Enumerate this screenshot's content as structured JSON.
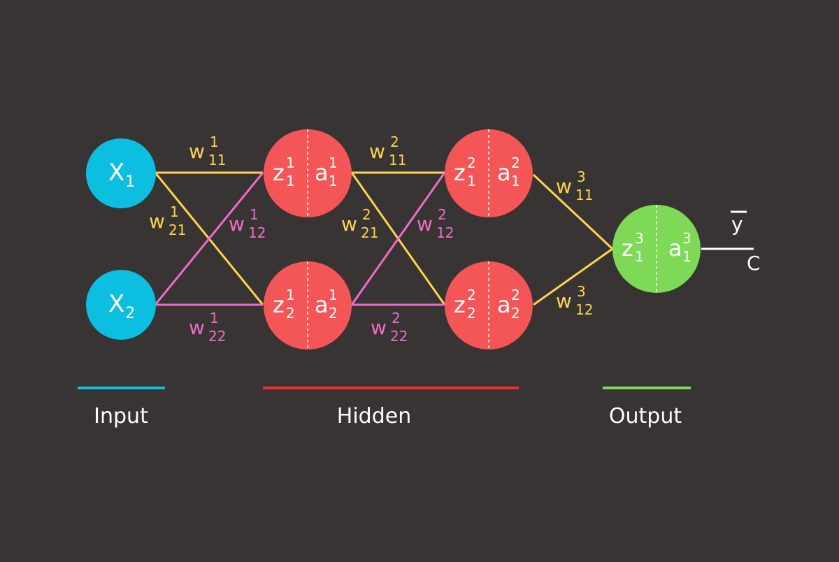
{
  "colors": {
    "background": "#373433",
    "input_node": "#0cbee0",
    "hidden_node": "#f45556",
    "output_node": "#7ed957",
    "edge_yellow": "#fdd44e",
    "edge_pink": "#f06bc9",
    "text_white": "#ffffff",
    "label_yellow": "#fdd44e",
    "label_pink": "#f06bc9"
  },
  "nodes": {
    "x1": {
      "base": "X",
      "sub": "1"
    },
    "x2": {
      "base": "X",
      "sub": "2"
    },
    "h11": {
      "left": {
        "base": "z",
        "sup": "1",
        "sub": "1"
      },
      "right": {
        "base": "a",
        "sup": "1",
        "sub": "1"
      }
    },
    "h12": {
      "left": {
        "base": "z",
        "sup": "1",
        "sub": "2"
      },
      "right": {
        "base": "a",
        "sup": "1",
        "sub": "2"
      }
    },
    "h21": {
      "left": {
        "base": "z",
        "sup": "2",
        "sub": "1"
      },
      "right": {
        "base": "a",
        "sup": "2",
        "sub": "1"
      }
    },
    "h22": {
      "left": {
        "base": "z",
        "sup": "2",
        "sub": "2"
      },
      "right": {
        "base": "a",
        "sup": "2",
        "sub": "2"
      }
    },
    "out": {
      "left": {
        "base": "z",
        "sup": "3",
        "sub": "1"
      },
      "right": {
        "base": "a",
        "sup": "3",
        "sub": "1"
      }
    }
  },
  "weights": {
    "w1_11": {
      "base": "w",
      "sup": "1",
      "sub": "11"
    },
    "w1_21": {
      "base": "w",
      "sup": "1",
      "sub": "21"
    },
    "w1_12": {
      "base": "w",
      "sup": "1",
      "sub": "12"
    },
    "w1_22": {
      "base": "w",
      "sup": "1",
      "sub": "22"
    },
    "w2_11": {
      "base": "w",
      "sup": "2",
      "sub": "11"
    },
    "w2_21": {
      "base": "w",
      "sup": "2",
      "sub": "21"
    },
    "w2_12": {
      "base": "w",
      "sup": "2",
      "sub": "12"
    },
    "w2_22": {
      "base": "w",
      "sup": "2",
      "sub": "22"
    },
    "w3_11": {
      "base": "w",
      "sup": "3",
      "sub": "11"
    },
    "w3_12": {
      "base": "w",
      "sup": "3",
      "sub": "12"
    }
  },
  "output": {
    "y_hat": "y",
    "cost": "C"
  },
  "legend": {
    "input": "Input",
    "hidden": "Hidden",
    "output": "Output"
  }
}
